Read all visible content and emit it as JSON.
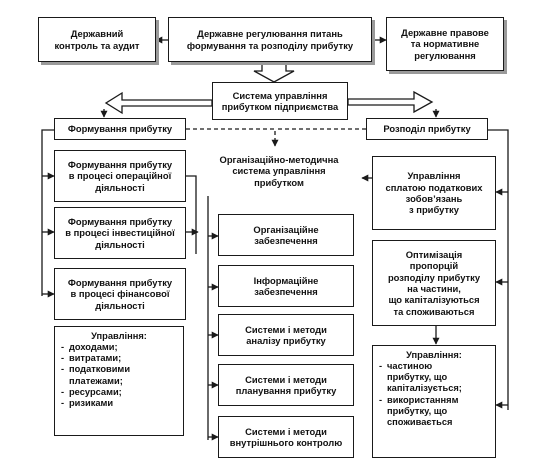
{
  "top": {
    "state_control": "Державний\nконтроль та аудит",
    "state_regulation": "Державне регулювання питань\nформування та розподілу прибутку",
    "state_legal": "Державне правове\nта нормативне\nрегулювання"
  },
  "system": "Система управління\nприбутком підприємства",
  "formation": {
    "title": "Формування прибутку",
    "operating": "Формування прибутку\nв процесі операційної\nдіяльності",
    "investment": "Формування прибутку\nв процесі інвестиційної\nдіяльності",
    "financial": "Формування прибутку\nв процесі фінансової\nдіяльності",
    "management": {
      "heading": "Управління:",
      "items": [
        {
          "text": "доходами;",
          "cont": false
        },
        {
          "text": "витратами;",
          "cont": false
        },
        {
          "text": "податковими",
          "cont": false
        },
        {
          "text": "платежами;",
          "cont": true
        },
        {
          "text": "ресурсами;",
          "cont": false
        },
        {
          "text": "ризиками",
          "cont": false
        }
      ]
    }
  },
  "org": {
    "title": "Організаційно-методична\nсистема управління\nприбутком",
    "org_support": "Організаційне\nзабезпечення",
    "info_support": "Інформаційне\nзабезпечення",
    "analysis": "Системи і методи\nаналізу прибутку",
    "planning": "Системи і методи\nпланування прибутку",
    "control": "Системи і методи\nвнутрішнього контролю"
  },
  "distribution": {
    "title": "Розподіл прибутку",
    "tax": "Управління\nсплатою податкових\nзобов’язань\nз прибутку",
    "optimization": "Оптимізація\nпропорцій\nрозподілу прибутку\nна частини,\nщо капіталізуються\nта споживаються",
    "management": {
      "heading": "Управління:",
      "items": [
        {
          "text": "частиною",
          "cont": false
        },
        {
          "text": "прибутку, що",
          "cont": true
        },
        {
          "text": "капіталізується;",
          "cont": true
        },
        {
          "text": "використанням",
          "cont": false
        },
        {
          "text": "прибутку, що",
          "cont": true
        },
        {
          "text": "споживається",
          "cont": true
        }
      ]
    }
  },
  "colors": {
    "line": "#1a1a1a",
    "shadow": "#9a9a9a",
    "background": "#ffffff"
  }
}
